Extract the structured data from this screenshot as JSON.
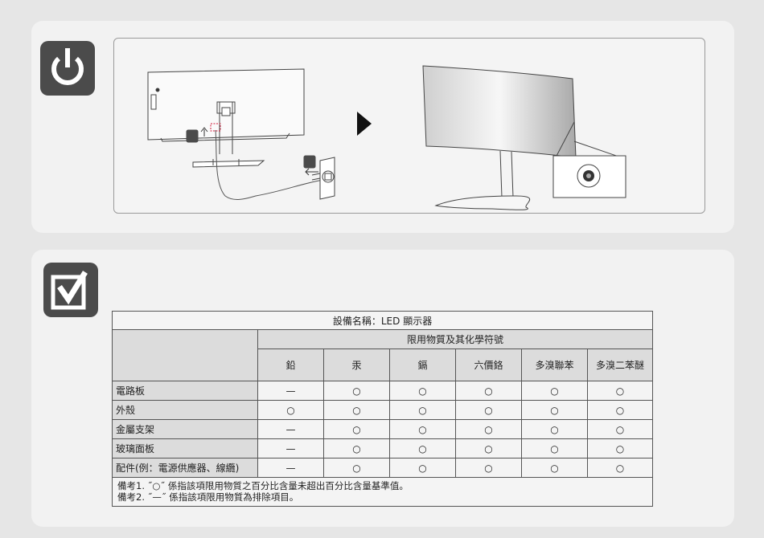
{
  "table": {
    "title": "設備名稱：LED 顯示器",
    "group_header": "限用物質及其化學符號",
    "substances": [
      "鉛",
      "汞",
      "鎘",
      "六價鉻",
      "多溴聯苯",
      "多溴二苯醚"
    ],
    "rows": [
      {
        "part": "電路板",
        "marks": [
          "—",
          "○",
          "○",
          "○",
          "○",
          "○"
        ]
      },
      {
        "part": "外殼",
        "marks": [
          "○",
          "○",
          "○",
          "○",
          "○",
          "○"
        ]
      },
      {
        "part": "金屬支架",
        "marks": [
          "—",
          "○",
          "○",
          "○",
          "○",
          "○"
        ]
      },
      {
        "part": "玻璃面板",
        "marks": [
          "—",
          "○",
          "○",
          "○",
          "○",
          "○"
        ]
      },
      {
        "part": "配件(例：電源供應器、線纜)",
        "marks": [
          "—",
          "○",
          "○",
          "○",
          "○",
          "○"
        ]
      }
    ],
    "notes": [
      "備考1. ˝○˝ 係指該項限用物質之百分比含量未超出百分比含量基準值。",
      "備考2. ˝—˝ 係指該項限用物質為排除項目。"
    ]
  },
  "icons": {
    "power": "power-icon",
    "checkbox": "checkbox-icon",
    "arrow": "arrow-right-icon"
  },
  "colors": {
    "background": "#e6e6e6",
    "card": "#f2f2f2",
    "badge": "#4b4b4b",
    "accent_red": "#d01b3a"
  }
}
